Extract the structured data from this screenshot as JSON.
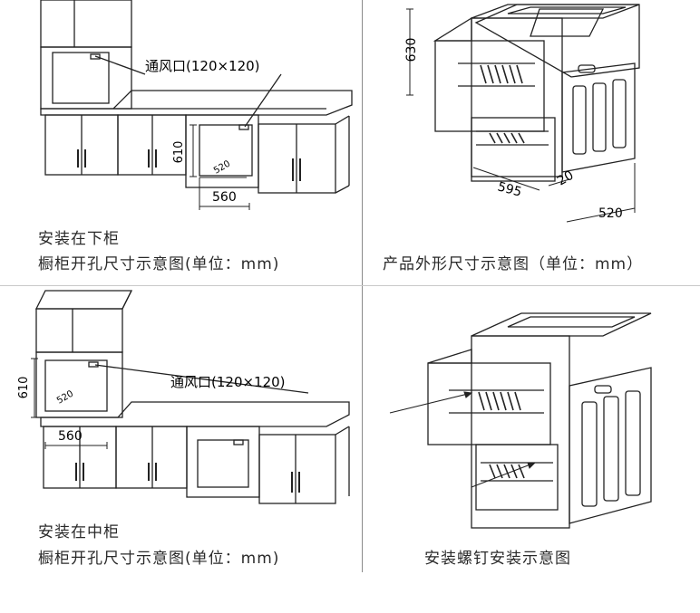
{
  "panel_tl": {
    "vent_label": "通风口(120×120)",
    "dim_height": "610",
    "dim_width": "560",
    "dim_inner": "520",
    "caption_line1": "安装在下柜",
    "caption_line2": "橱柜开孔尺寸示意图(单位：mm)"
  },
  "panel_tr": {
    "dim_630": "630",
    "dim_595": "595",
    "dim_20": "20",
    "dim_520": "520",
    "caption": "产品外形尺寸示意图（单位：mm）"
  },
  "panel_bl": {
    "vent_label": "通风口(120×120)",
    "dim_height": "610",
    "dim_width": "560",
    "dim_inner": "520",
    "caption_line1": "安装在中柜",
    "caption_line2": "橱柜开孔尺寸示意图(单位：mm)"
  },
  "panel_br": {
    "caption": "安装螺钉安装示意图"
  }
}
